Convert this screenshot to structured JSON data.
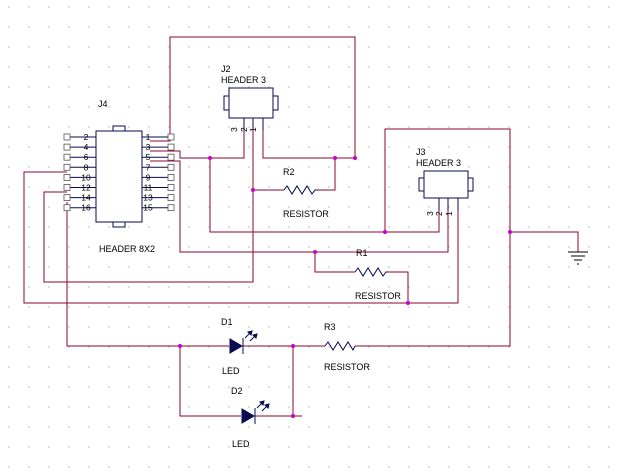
{
  "components": {
    "j4": {
      "ref": "J4",
      "value": "HEADER 8X2",
      "left_pins": [
        "2",
        "4",
        "6",
        "8",
        "10",
        "12",
        "14",
        "16"
      ],
      "right_pins": [
        "1",
        "3",
        "5",
        "7",
        "9",
        "11",
        "13",
        "15"
      ]
    },
    "j2": {
      "ref": "J2",
      "value": "HEADER 3",
      "pins": [
        "3",
        "2",
        "1"
      ]
    },
    "j3": {
      "ref": "J3",
      "value": "HEADER 3",
      "pins": [
        "3",
        "2",
        "1"
      ]
    },
    "r1": {
      "ref": "R1",
      "value": "RESISTOR"
    },
    "r2": {
      "ref": "R2",
      "value": "RESISTOR"
    },
    "r3": {
      "ref": "R3",
      "value": "RESISTOR"
    },
    "d1": {
      "ref": "D1",
      "value": "LED"
    },
    "d2": {
      "ref": "D2",
      "value": "LED"
    }
  }
}
